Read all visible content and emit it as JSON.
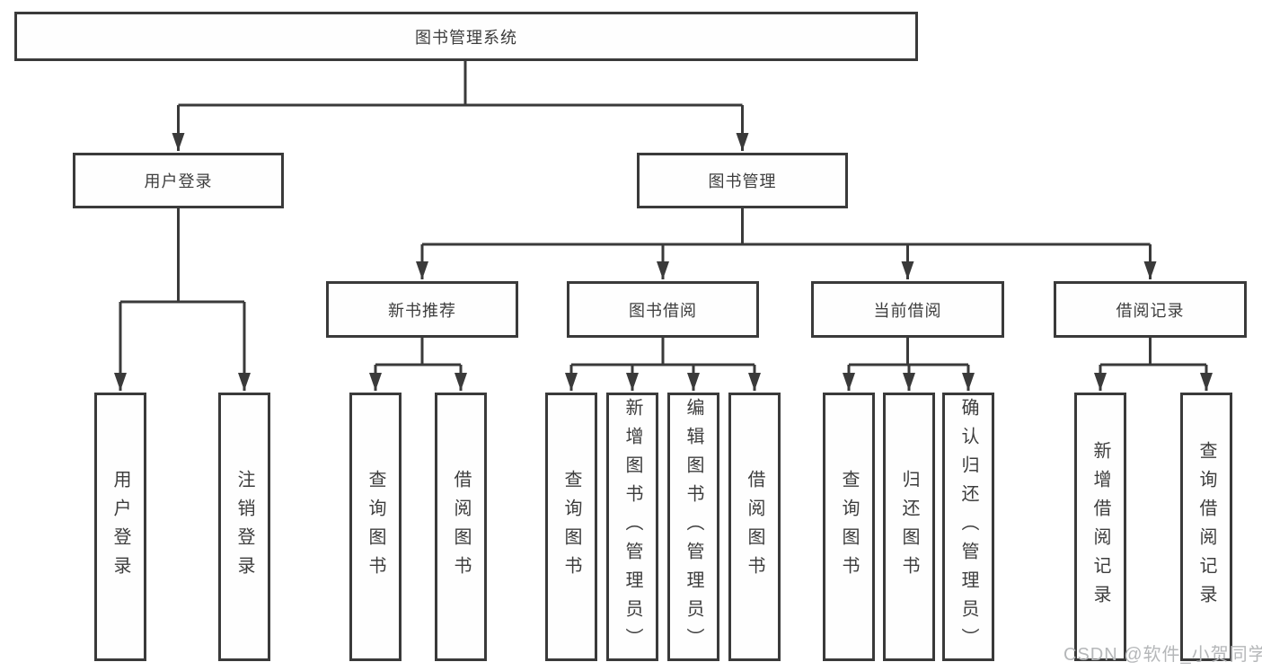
{
  "diagram": {
    "root": {
      "label": "图书管理系统"
    },
    "level2": [
      {
        "label": "用户登录"
      },
      {
        "label": "图书管理"
      }
    ],
    "level3": [
      {
        "label": "新书推荐"
      },
      {
        "label": "图书借阅"
      },
      {
        "label": "当前借阅"
      },
      {
        "label": "借阅记录"
      }
    ],
    "leaves": {
      "user_login": [
        {
          "label": "用户登录"
        },
        {
          "label": "注销登录"
        }
      ],
      "new_book_recommend": [
        {
          "label": "查询图书"
        },
        {
          "label": "借阅图书"
        }
      ],
      "book_borrow": [
        {
          "label": "查询图书"
        },
        {
          "label": "新增图书（管理员）"
        },
        {
          "label": "编辑图书（管理员）"
        },
        {
          "label": "借阅图书"
        }
      ],
      "current_borrow": [
        {
          "label": "查询图书"
        },
        {
          "label": "归还图书"
        },
        {
          "label": "确认归还（管理员）"
        }
      ],
      "borrow_records": [
        {
          "label": "新增借阅记录"
        },
        {
          "label": "查询借阅记录"
        }
      ]
    }
  },
  "watermark": {
    "text": "CSDN @软件_小贺同学"
  },
  "colors": {
    "line": "#3a3a3a",
    "border": "#3a3a3a",
    "text": "#3d3d3d",
    "watermark": "#b5b7b9",
    "background": "#ffffff"
  }
}
